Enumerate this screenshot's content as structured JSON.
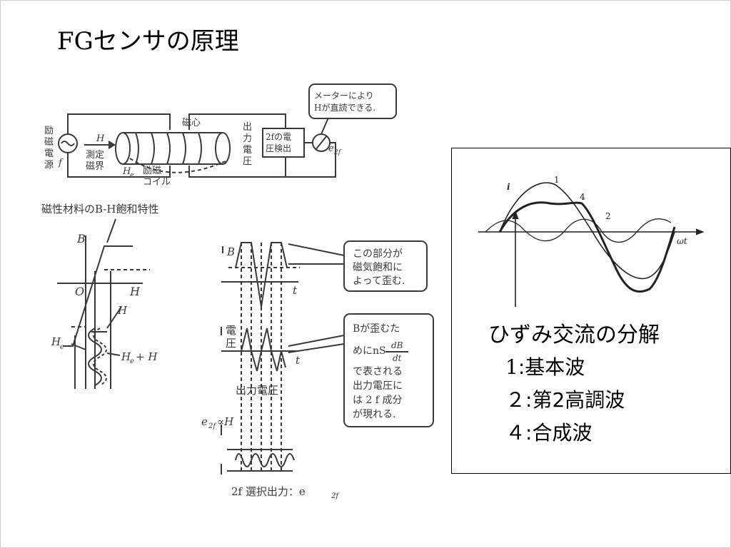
{
  "slide": {
    "title": "FGセンサの原理"
  },
  "left_figure": {
    "top_circuit": {
      "excitation_power": [
        "励",
        "磁",
        "電",
        "源"
      ],
      "f_label": "f",
      "H_label": "H",
      "measured_field": [
        "測定",
        "磁界"
      ],
      "He_label": "H",
      "He_sub": "e",
      "core_label": "磁心",
      "coil_label": [
        "励磁",
        "コイル"
      ],
      "output_voltage": [
        "出",
        "力",
        "電",
        "圧"
      ],
      "detector": [
        "2fの電",
        "圧検出"
      ],
      "e2f_label": "e",
      "e2f_sub": "2f",
      "meter_note": [
        "メーターにより",
        "Hが直読できる."
      ]
    },
    "bh_graph": {
      "caption": "磁性材料のB-H飽和特性",
      "B_label": "B",
      "O_label": "O",
      "H_axis": "H",
      "H_small": "H",
      "He_label": "H",
      "He_sub": "e",
      "HeH_label": "H",
      "HeH_sub": "e",
      "HeH_suffix": " + H"
    },
    "waveforms": {
      "B_label": "B",
      "t_label": "t",
      "voltage_label": [
        "電",
        "圧"
      ],
      "t2_label": "t",
      "output_voltage_caption": "出力電圧",
      "e2f_prop": "e",
      "e2f_prop_sub": "2f",
      "e2f_prop_suffix": "∝H",
      "selected_output": "2f 選択出力：e",
      "selected_output_sub": "2f",
      "note1": [
        "この部分が",
        "磁気飽和に",
        "よって歪む."
      ],
      "note2": [
        "Bが歪むた",
        "めにnS",
        "dB",
        "dt",
        "で表される",
        "出力電圧に",
        "は 2 f 成分",
        "が現れる."
      ]
    }
  },
  "right_figure": {
    "i_label": "i",
    "wt_label": "ωt",
    "curve_labels": [
      "1",
      "4",
      "2"
    ]
  },
  "legend": {
    "head": "ひずみ交流の分解",
    "items": [
      {
        "num": "1",
        "sep": ":",
        "text": "基本波"
      },
      {
        "num": "２",
        "sep": ":",
        "text": "第2高調波"
      },
      {
        "num": "４",
        "sep": ":",
        "text": "合成波"
      }
    ]
  },
  "colors": {
    "figure_ink": "#3a3a3a",
    "border": "#000000"
  }
}
